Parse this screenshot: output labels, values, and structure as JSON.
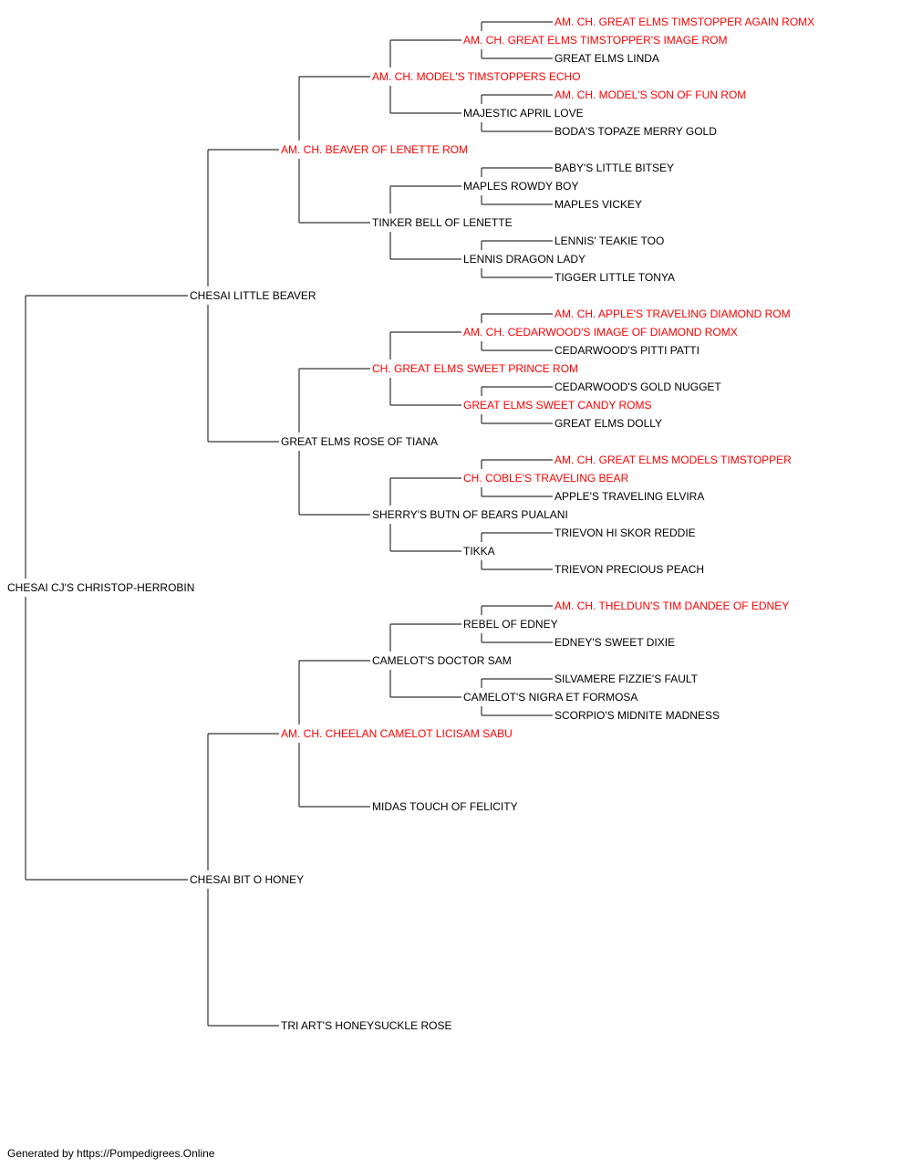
{
  "pedigree": {
    "subject": {
      "name": "CHESAI CJ'S CHRISTOP-HERROBIN",
      "champion": false
    },
    "sire": {
      "name": "CHESAI LITTLE BEAVER",
      "champion": false,
      "sire": {
        "name": "AM. CH. BEAVER OF LENETTE ROM",
        "champion": true,
        "sire": {
          "name": "AM. CH. MODEL'S TIMSTOPPERS ECHO",
          "champion": true,
          "sire": {
            "name": "AM. CH. GREAT ELMS TIMSTOPPER'S IMAGE ROM",
            "champion": true,
            "sire": {
              "name": "AM. CH. GREAT ELMS TIMSTOPPER AGAIN ROMX",
              "champion": true
            },
            "dam": {
              "name": "GREAT ELMS LINDA",
              "champion": false
            }
          },
          "dam": {
            "name": "MAJESTIC APRIL LOVE",
            "champion": false,
            "sire": {
              "name": "AM. CH. MODEL'S SON OF FUN ROM",
              "champion": true
            },
            "dam": {
              "name": "BODA'S TOPAZE MERRY GOLD",
              "champion": false
            }
          }
        },
        "dam": {
          "name": "TINKER BELL OF LENETTE",
          "champion": false,
          "sire": {
            "name": "MAPLES ROWDY BOY",
            "champion": false,
            "sire": {
              "name": "BABY'S LITTLE BITSEY",
              "champion": false
            },
            "dam": {
              "name": "MAPLES VICKEY",
              "champion": false
            }
          },
          "dam": {
            "name": "LENNIS DRAGON LADY",
            "champion": false,
            "sire": {
              "name": "LENNIS' TEAKIE TOO",
              "champion": false
            },
            "dam": {
              "name": "TIGGER LITTLE TONYA",
              "champion": false
            }
          }
        }
      },
      "dam": {
        "name": "GREAT ELMS ROSE OF TIANA",
        "champion": false,
        "sire": {
          "name": "CH. GREAT ELMS SWEET PRINCE ROM",
          "champion": true,
          "sire": {
            "name": "AM. CH. CEDARWOOD'S IMAGE OF DIAMOND ROMX",
            "champion": true,
            "sire": {
              "name": "AM. CH. APPLE'S TRAVELING DIAMOND ROM",
              "champion": true
            },
            "dam": {
              "name": "CEDARWOOD'S PITTI PATTI",
              "champion": false
            }
          },
          "dam": {
            "name": "GREAT ELMS SWEET CANDY ROMS",
            "champion": true,
            "sire": {
              "name": "CEDARWOOD'S GOLD NUGGET",
              "champion": false
            },
            "dam": {
              "name": "GREAT ELMS DOLLY",
              "champion": false
            }
          }
        },
        "dam": {
          "name": "SHERRY'S BUTN OF BEARS PUALANI",
          "champion": false,
          "sire": {
            "name": "CH. COBLE'S TRAVELING BEAR",
            "champion": true,
            "sire": {
              "name": "AM. CH. GREAT ELMS MODELS TIMSTOPPER",
              "champion": true
            },
            "dam": {
              "name": "APPLE'S TRAVELING ELVIRA",
              "champion": false
            }
          },
          "dam": {
            "name": "TIKKA",
            "champion": false,
            "sire": {
              "name": "TRIEVON HI SKOR REDDIE",
              "champion": false
            },
            "dam": {
              "name": "TRIEVON PRECIOUS PEACH",
              "champion": false
            }
          }
        }
      }
    },
    "dam": {
      "name": "CHESAI BIT O HONEY",
      "champion": false,
      "sire": {
        "name": "AM. CH. CHEELAN CAMELOT LICISAM SABU",
        "champion": true,
        "sire": {
          "name": "CAMELOT'S DOCTOR SAM",
          "champion": false,
          "sire": {
            "name": "REBEL OF EDNEY",
            "champion": false,
            "sire": {
              "name": "AM. CH. THELDUN'S TIM DANDEE OF EDNEY",
              "champion": true
            },
            "dam": {
              "name": "EDNEY'S SWEET DIXIE",
              "champion": false
            }
          },
          "dam": {
            "name": "CAMELOT'S NIGRA ET FORMOSA",
            "champion": false,
            "sire": {
              "name": "SILVAMERE FIZZIE'S FAULT",
              "champion": false
            },
            "dam": {
              "name": "SCORPIO'S MIDNITE MADNESS",
              "champion": false
            }
          }
        },
        "dam": {
          "name": "MIDAS TOUCH OF FELICITY",
          "champion": false
        }
      },
      "dam": {
        "name": "TRI ART'S HONEYSUCKLE ROSE",
        "champion": false
      }
    }
  },
  "colors": {
    "champion": "#ff0000",
    "regular": "#000000",
    "line": "#333333"
  },
  "footer": "Generated by https://Pompedigrees.Online"
}
